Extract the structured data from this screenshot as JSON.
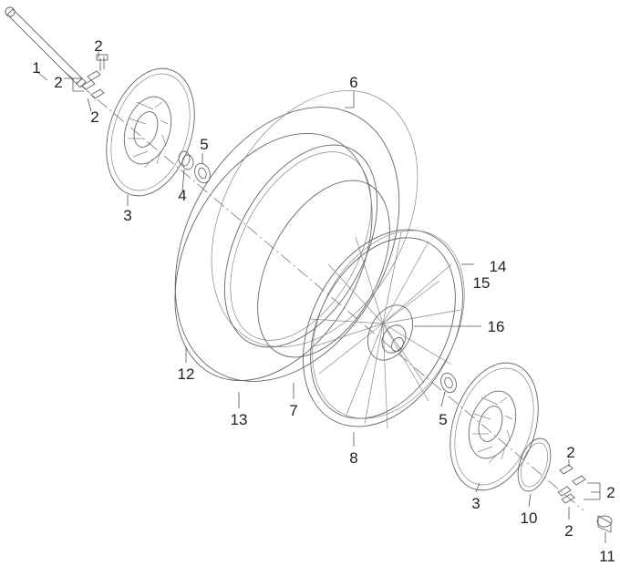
{
  "diagram": {
    "colors": {
      "line": "#666666",
      "text": "#222222",
      "background": "#ffffff"
    },
    "labels": {
      "axle": "1",
      "bolt_top_a": "2",
      "bolt_top_b": "2",
      "bolt_top_c": "2",
      "disc_left": "3",
      "spacer": "4",
      "seal_left": "5",
      "tyre": "6",
      "rim_tape": "7",
      "rim": "8",
      "abs_ring": "10",
      "spacer_right": "11",
      "tube_outer": "12",
      "tube_inner": "13",
      "spokes": "14",
      "nipples": "15",
      "hub": "16",
      "seal_right": "5",
      "disc_right": "3",
      "bolt_r_a": "2",
      "bolt_r_b": "2",
      "bolt_r_c": "2"
    }
  }
}
